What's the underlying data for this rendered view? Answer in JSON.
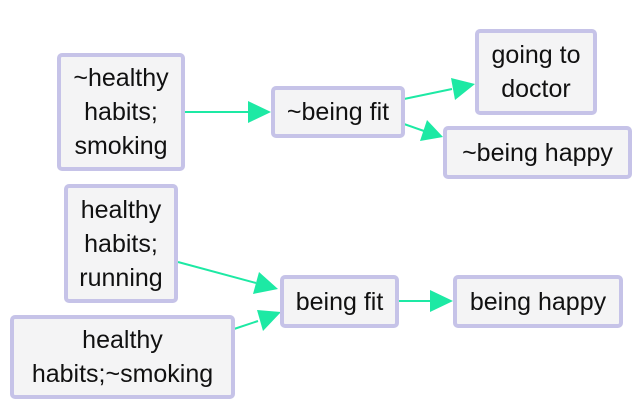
{
  "colors": {
    "node_fill": "#f4f4f5",
    "node_border": "#c6c3e8",
    "edge": "#1de9a4",
    "text": "#111111"
  },
  "nodes": [
    {
      "id": "n1",
      "label": "~healthy\nhabits;\nsmoking"
    },
    {
      "id": "n2",
      "label": "~being fit"
    },
    {
      "id": "n3",
      "label": "going to\ndoctor"
    },
    {
      "id": "n4",
      "label": "~being happy"
    },
    {
      "id": "n5",
      "label": "healthy\nhabits;\nrunning"
    },
    {
      "id": "n6",
      "label": "healthy\nhabits;~smoking"
    },
    {
      "id": "n7",
      "label": "being fit"
    },
    {
      "id": "n8",
      "label": "being happy"
    }
  ],
  "edges": [
    {
      "from": "n1",
      "to": "n2"
    },
    {
      "from": "n2",
      "to": "n3"
    },
    {
      "from": "n2",
      "to": "n4"
    },
    {
      "from": "n5",
      "to": "n7"
    },
    {
      "from": "n6",
      "to": "n7"
    },
    {
      "from": "n7",
      "to": "n8"
    }
  ]
}
